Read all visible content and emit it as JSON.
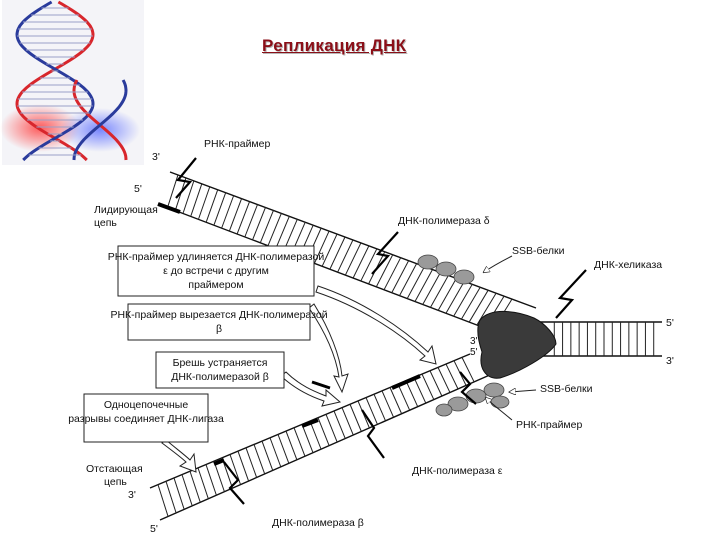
{
  "title": "Репликация ДНК",
  "labels": {
    "rna_primer_top": "РНК-праймер",
    "three_prime_top": "3'",
    "five_prime_top": "5'",
    "leading_strand": "Лидирующая цепь",
    "dna_pol_delta": "ДНК-полимераза δ",
    "ssb_top": "SSB-белки",
    "helicase": "ДНК-хеликаза",
    "five_prime_right": "5'",
    "three_prime_right": "3'",
    "fork_3": "3'",
    "fork_5": "5'",
    "ssb_bottom": "SSB-белки",
    "rna_primer_bottom": "РНК-праймер",
    "lagging_strand": "Отстающая цепь",
    "three_prime_bottom": "3'",
    "dna_pol_epsilon": "ДНК-полимераза ε",
    "five_prime_bottom": "5'",
    "dna_pol_beta": "ДНК-полимераза β"
  },
  "boxes": {
    "primer_extended": "РНК-праймер удлиняется ДНК-полимеразой ε до встречи с другим праймером",
    "primer_excised": "РНК-праймер вырезается ДНК-полимеразой β",
    "gap_filled": "Брешь устраняется ДНК-полимеразой β",
    "nicks_ligase": "Одноцепочечные разрывы соединяет ДНК-лигаза"
  },
  "colors": {
    "title": "#8b0f18",
    "helix_red": "#d8262c",
    "helix_blue": "#2a3b9c",
    "helicase_fill": "#3a3a3a",
    "ssb_fill": "#9a9a9a"
  }
}
